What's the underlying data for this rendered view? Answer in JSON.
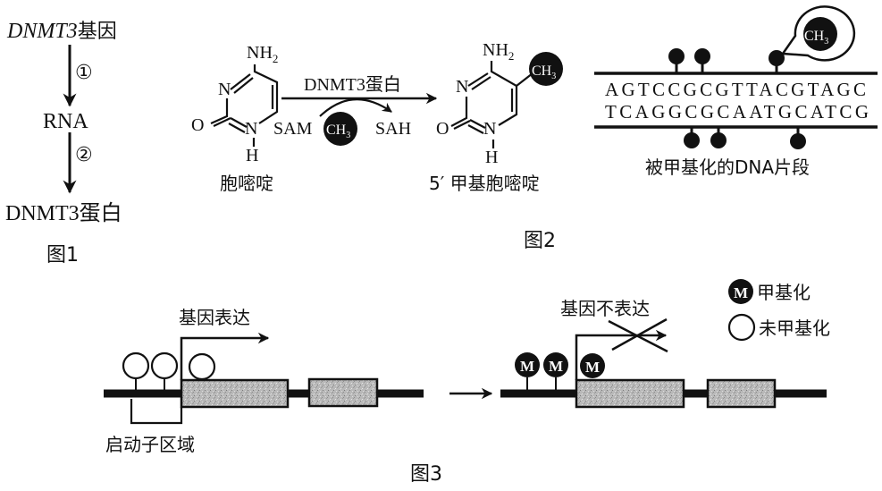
{
  "figure1": {
    "gene_label_italic": "DNMT3",
    "gene_label_suffix": "基因",
    "step1": "①",
    "rna": "RNA",
    "step2": "②",
    "protein": "DNMT3蛋白",
    "caption": "图1"
  },
  "figure2": {
    "reactant": {
      "nh2": "NH",
      "nh2_sub": "2",
      "n_top": "N",
      "o": "O",
      "n_bottom": "N",
      "h": "H",
      "name": "胞嘧啶"
    },
    "enzyme": "DNMT3蛋白",
    "sam": "SAM",
    "ch3": "CH",
    "ch3_sub": "3",
    "sah": "SAH",
    "product": {
      "nh2": "NH",
      "nh2_sub": "2",
      "n_top": "N",
      "o": "O",
      "n_bottom": "N",
      "h": "H",
      "name": "5′ 甲基胞嘧啶"
    },
    "dna_top_strand": "AGTCCGCGTTACGTAGC",
    "dna_bottom_strand": "TCAGGCGCAATGCATCG",
    "dna_caption": "被甲基化的DNA片段",
    "caption": "图2"
  },
  "figure3": {
    "left_expression_label": "基因表达",
    "promoter_label": "启动子区域",
    "right_expression_label": "基因不表达",
    "methyl_marker": "M",
    "legend": [
      {
        "symbol": "filled-circle-M",
        "label": "甲基化"
      },
      {
        "symbol": "open-circle",
        "label": "未甲基化"
      }
    ],
    "caption": "图3"
  }
}
